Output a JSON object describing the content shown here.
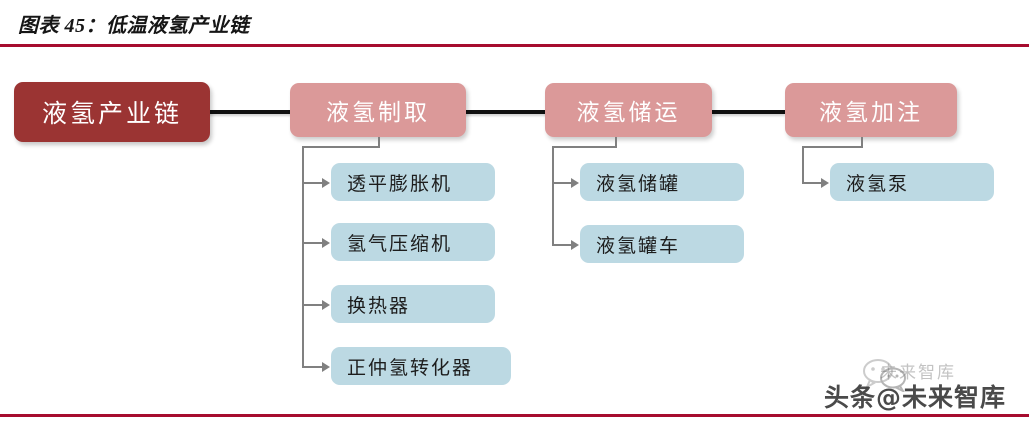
{
  "figure": {
    "title": "图表 45：低温液氢产业链",
    "rule_color": "#A60C2E"
  },
  "palette": {
    "root_fill": "#9B3433",
    "stage_fill": "#DB9999",
    "leaf_fill": "#BCD9E3",
    "spine_color": "#111111",
    "connector_color": "#808080",
    "root_text": "#FFFFFF",
    "stage_text": "#FFFFFF",
    "leaf_text": "#1D1D1D"
  },
  "diagram": {
    "type": "flow-tree",
    "root": {
      "label": "液氢产业链"
    },
    "stages": [
      {
        "label": "液氢制取",
        "children": [
          {
            "label": "透平膨胀机"
          },
          {
            "label": "氢气压缩机"
          },
          {
            "label": "换热器"
          },
          {
            "label": "正仲氢转化器"
          }
        ]
      },
      {
        "label": "液氢储运",
        "children": [
          {
            "label": "液氢储罐"
          },
          {
            "label": "液氢罐车"
          }
        ]
      },
      {
        "label": "液氢加注",
        "children": [
          {
            "label": "液氢泵"
          }
        ]
      }
    ]
  },
  "watermark": {
    "faint_text": "未来智库",
    "main_text": "头条@未来智库",
    "icon": "wechat-icon"
  }
}
